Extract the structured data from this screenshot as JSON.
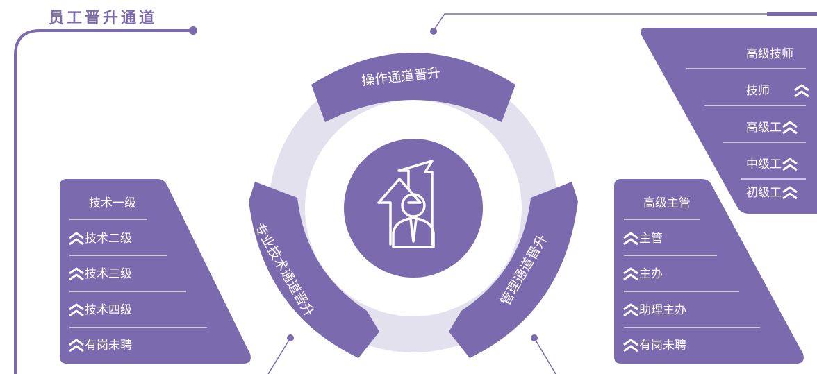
{
  "title": "员工晋升通道",
  "center_icon": "promotion-person-icon",
  "arrow_icon": "double-chevron-up-icon",
  "colors": {
    "primary": "#7b6aad",
    "ring": "#e4e1ef",
    "line": "#7b6aad",
    "text": "#ffffff"
  },
  "segments": [
    {
      "label": "操作通道晋升"
    },
    {
      "label": "专业技术通道晋升"
    },
    {
      "label": "管理通道晋升"
    }
  ],
  "operation_track": [
    "高级技师",
    "技师",
    "高级工",
    "中级工",
    "初级工"
  ],
  "technical_track": [
    "技术一级",
    "技术二级",
    "技术三级",
    "技术四级",
    "有岗未聘"
  ],
  "management_track": [
    "高级主管",
    "主管",
    "主办",
    "助理主办",
    "有岗未聘"
  ]
}
